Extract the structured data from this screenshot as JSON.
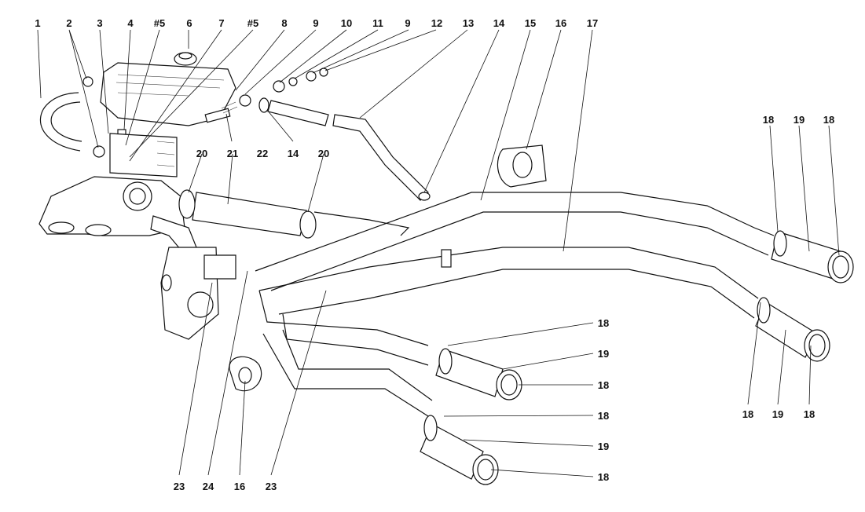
{
  "diagram": {
    "labels": {
      "n1": "1",
      "n2": "2",
      "n3": "3",
      "n4": "4",
      "n5a": "#5",
      "n6": "6",
      "n7": "7",
      "n5b": "#5",
      "n8": "8",
      "n9a": "9",
      "n10": "10",
      "n11": "11",
      "n9b": "9",
      "n12": "12",
      "n13": "13",
      "n14a": "14",
      "n15": "15",
      "n16a": "16",
      "n17": "17",
      "n22": "22",
      "n14b": "14",
      "n18r1": "18",
      "n19r": "19",
      "n18r2": "18",
      "n20a": "20",
      "n21": "21",
      "n20b": "20",
      "n18a": "18",
      "n19a": "19",
      "n18b": "18",
      "n18c": "18",
      "n19b": "19",
      "n18d": "18",
      "n18e": "18",
      "n19c": "19",
      "n18f": "18",
      "n23a": "23",
      "n24": "24",
      "n16b": "16",
      "n23b": "23"
    }
  }
}
